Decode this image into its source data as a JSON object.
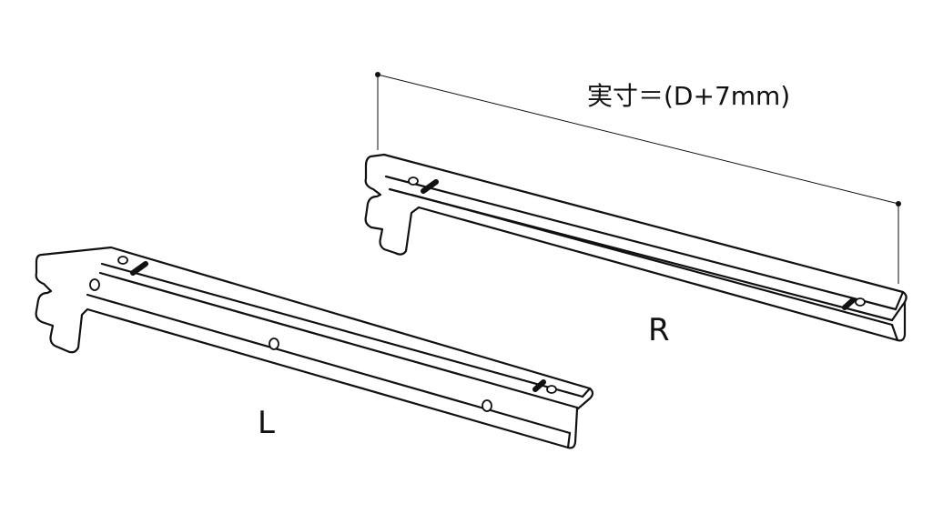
{
  "diagram": {
    "dimension_label": "実寸＝(D+7mm)",
    "label_right": "R",
    "label_left": "L",
    "line_color": "#111111",
    "background": "#ffffff"
  }
}
